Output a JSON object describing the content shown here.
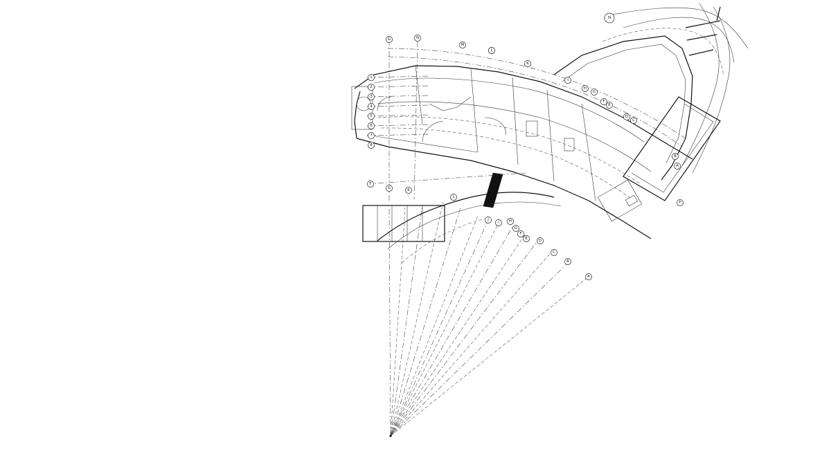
{
  "plan": {
    "north_marker": "N",
    "grid_bubbles": [
      "G",
      "N",
      "L",
      "M",
      "L",
      "K",
      "I",
      "H",
      "G",
      "F",
      "E",
      "D",
      "C",
      "B",
      "A",
      "1",
      "2",
      "3",
      "4",
      "5",
      "6",
      "7",
      "8",
      "F",
      "G",
      "K",
      "L",
      "J",
      "I",
      "H",
      "G",
      "F",
      "E",
      "D",
      "C",
      "B",
      "A",
      "F"
    ],
    "fan_point_label": ""
  }
}
